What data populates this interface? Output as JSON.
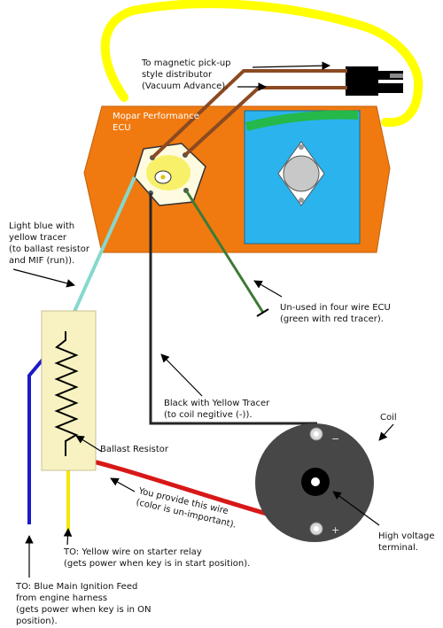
{
  "colors": {
    "ecu_body": "#f07a10",
    "ecu_panel": "#2bb3ee",
    "ecu_stripe": "#24b94a",
    "highlight": "#ffff00",
    "coil": "#474747",
    "resistor_body": "#f8f2c2",
    "wire_brown": "#8b4a22",
    "wire_light_blue": "#86d8cd",
    "wire_green": "#3d7a36",
    "wire_black": "#262626",
    "wire_blue": "#1a1ac8",
    "wire_yellow": "#f5e800",
    "wire_red": "#d81818"
  },
  "ecu": {
    "title_line1": "Mopar Performance",
    "title_line2": "ECU"
  },
  "labels": {
    "distributor": [
      "To magnetic pick-up",
      "style distributor",
      "(Vacuum Advance)."
    ],
    "light_blue": [
      "Light blue with",
      "yellow tracer",
      "(to ballast resistor",
      "and MIF (run))."
    ],
    "unused": [
      "Un-used in four wire ECU",
      "(green with red tracer)."
    ],
    "black": [
      "Black with Yellow Tracer",
      "(to coil negitive (-))."
    ],
    "coil": "Coil",
    "ballast": "Ballast Resistor",
    "you_provide": [
      "You provide this wire",
      "(color is un-important)."
    ],
    "high_voltage": [
      "High voltage",
      "terminal."
    ],
    "yellow": [
      "TO: Yellow wire on starter relay",
      "(gets power when key is in start position)."
    ],
    "blue": [
      "TO: Blue Main Ignition Feed",
      "from engine harness",
      "(gets power when key is in ON",
      "position)."
    ]
  },
  "coil_terminals": {
    "negative": "−",
    "positive": "+"
  },
  "icons": [
    "connector-icon",
    "arrow-icon",
    "resistor-zigzag-icon",
    "ignition-coil-icon"
  ]
}
